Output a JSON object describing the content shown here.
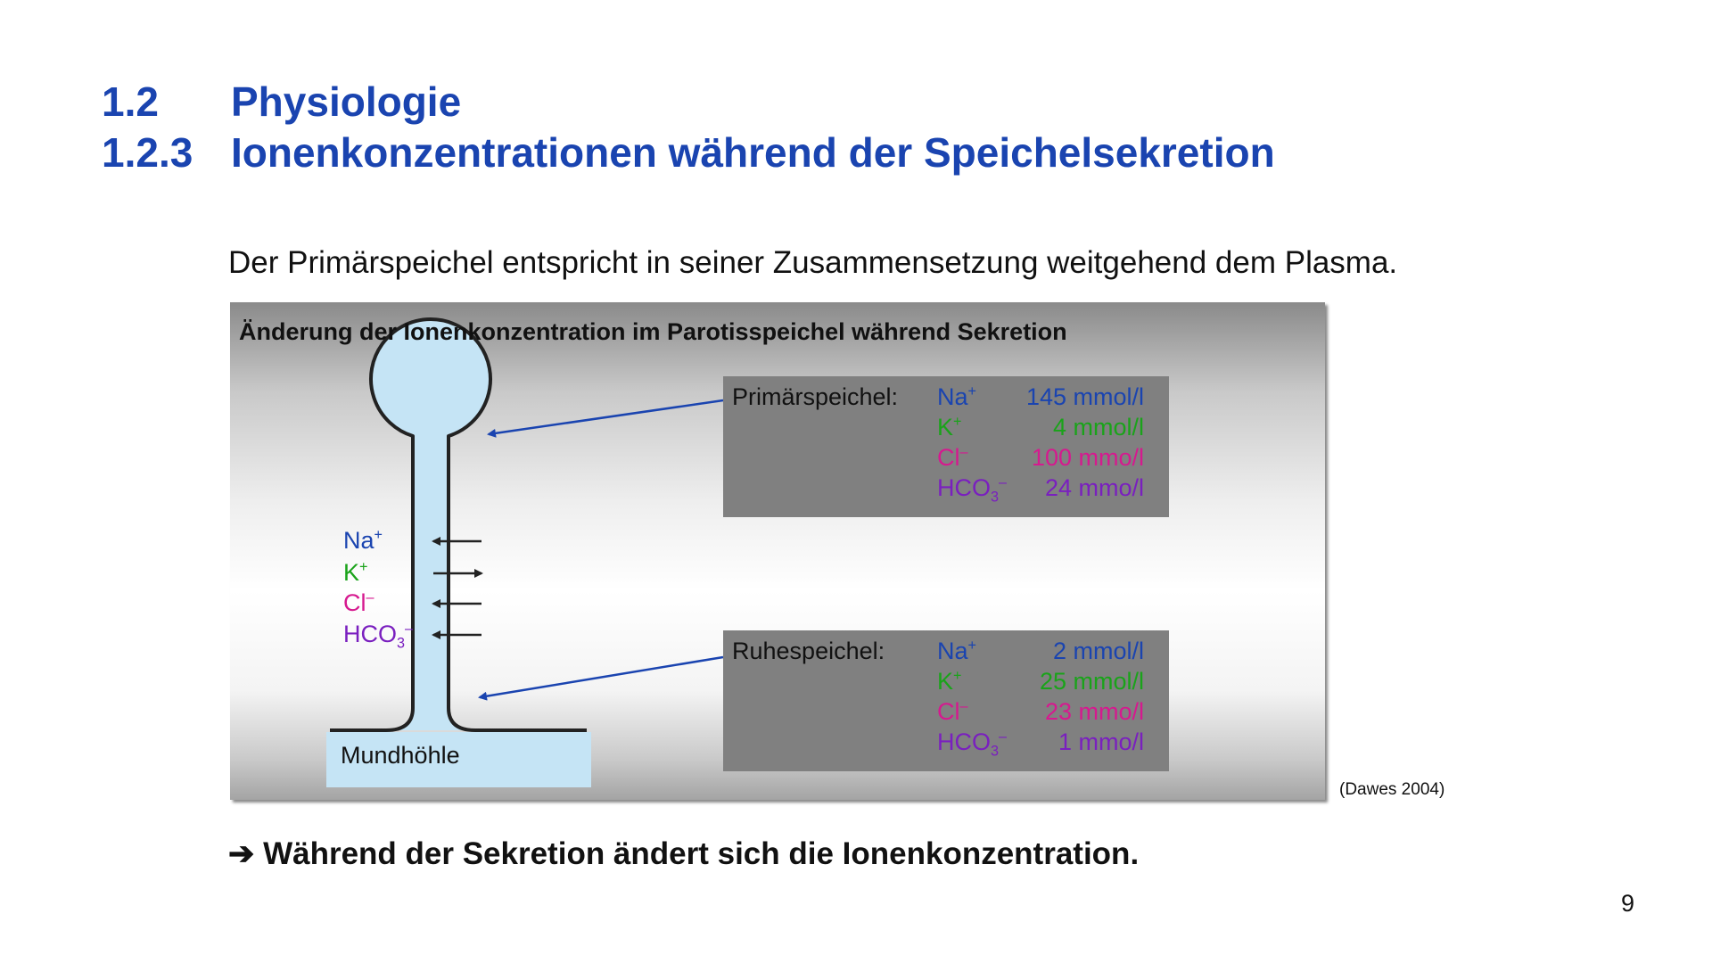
{
  "heading": {
    "line1_num": "1.2",
    "line1_text": "Physiologie",
    "line2_num": "1.2.3",
    "line2_text": "Ionenkonzentrationen während der Speichelsekretion"
  },
  "intro": "Der Primärspeichel entspricht in seiner Zusammensetzung weitgehend dem Plasma.",
  "figure": {
    "title": "Änderung der Ionenkonzentration im Parotisspeichel während Sekretion",
    "primary": {
      "label": "Primärspeichel:",
      "rows": [
        {
          "ion": "Na",
          "charge": "+",
          "sub": "",
          "value": "145 mmol/l",
          "color": "#1a44b0"
        },
        {
          "ion": "K",
          "charge": "+",
          "sub": "",
          "value": "4 mmol/l",
          "color": "#1aa31a"
        },
        {
          "ion": "Cl",
          "charge": "–",
          "sub": "",
          "value": "100 mmo/l",
          "color": "#d6198f"
        },
        {
          "ion": "HCO",
          "charge": "–",
          "sub": "3",
          "value": "24 mmo/l",
          "color": "#7a1fbf"
        }
      ]
    },
    "resting": {
      "label": "Ruhespeichel:",
      "rows": [
        {
          "ion": "Na",
          "charge": "+",
          "sub": "",
          "value": "2 mmol/l",
          "color": "#1a44b0"
        },
        {
          "ion": "K",
          "charge": "+",
          "sub": "",
          "value": "25 mmol/l",
          "color": "#1aa31a"
        },
        {
          "ion": "Cl",
          "charge": "–",
          "sub": "",
          "value": "23 mmo/l",
          "color": "#d6198f"
        },
        {
          "ion": "HCO",
          "charge": "–",
          "sub": "3",
          "value": "1 mmo/l",
          "color": "#7a1fbf"
        }
      ]
    },
    "duct_ions": [
      {
        "ion": "Na",
        "charge": "+",
        "sub": "",
        "color": "#1a44b0",
        "direction": "out"
      },
      {
        "ion": "K",
        "charge": "+",
        "sub": "",
        "color": "#1aa31a",
        "direction": "in"
      },
      {
        "ion": "Cl",
        "charge": "–",
        "sub": "",
        "color": "#d6198f",
        "direction": "out"
      },
      {
        "ion": "HCO",
        "charge": "–",
        "sub": "3",
        "color": "#7a1fbf",
        "direction": "out"
      }
    ],
    "mouth_label": "Mundhöhle"
  },
  "citation": "(Dawes 2004)",
  "conclusion": "Während der Sekretion ändert sich die Ionenkonzentration.",
  "conclusion_arrow": "➔",
  "page_number": "9",
  "colors": {
    "heading": "#1a44b0",
    "saliva_fill": "#c5e4f5",
    "pointer": "#1a44b0"
  }
}
